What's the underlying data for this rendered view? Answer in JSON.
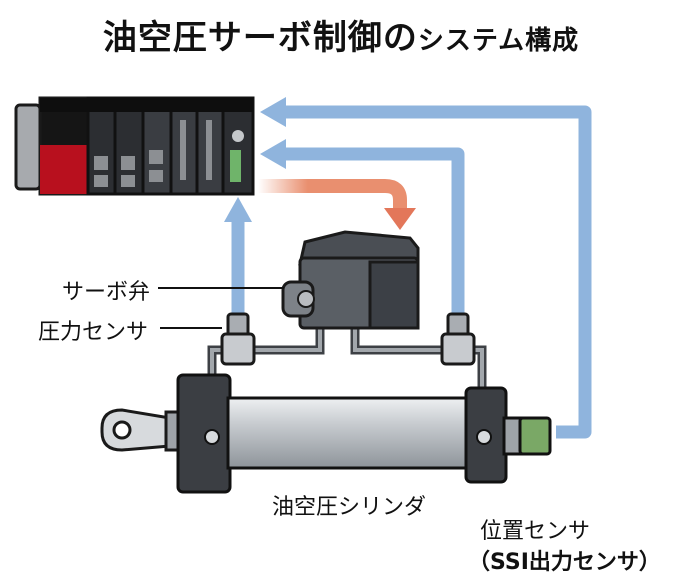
{
  "title": {
    "main": "油空圧サーボ制御の",
    "suffix": "システム構成"
  },
  "labels": {
    "servo_valve": "サーボ弁",
    "pressure_sensor": "圧力センサ",
    "cylinder": "油空圧シリンダ",
    "position_sensor": "位置センサ",
    "ssi_sensor": "（SSI出力センサ）"
  },
  "colors": {
    "feedback_arrow": "#8fb4dd",
    "command_arrow": "#e98f6f",
    "controller_red": "#b8101e",
    "body_dark": "#3a3d42",
    "cylinder_light": "#bfc4c8",
    "sensor_green": "#7aa866"
  }
}
